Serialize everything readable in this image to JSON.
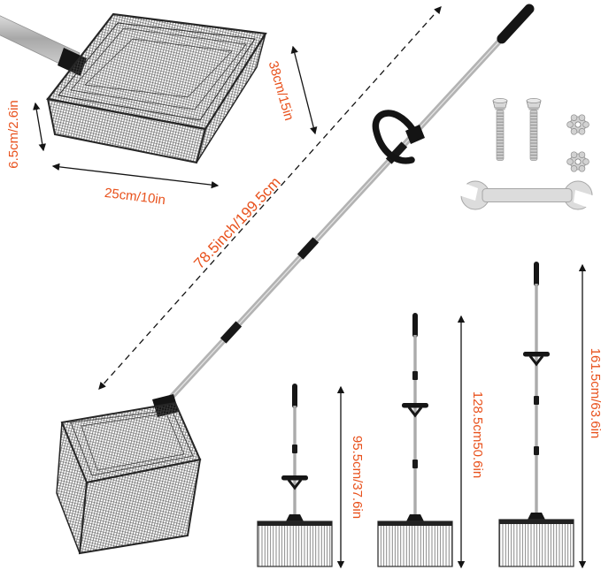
{
  "page": {
    "background": "#ffffff",
    "type": "product-dimension-diagram"
  },
  "colors": {
    "dimension_text": "#e8511c",
    "arrow": "#141414"
  },
  "annotations": {
    "basket_depth": "6.5cm/2.6in",
    "basket_width": "25cm/10in",
    "basket_side": "38cm/15in",
    "pole_length": "78.5inch/199.5cm",
    "height_small": "95.5cm/37.6in",
    "height_medium": "128.5cm50.6in",
    "height_large": "161.5cm/63.6in"
  },
  "figures": {
    "scoop_basket": "wire-scoop-basket",
    "main_tool": "telescopic-pole-with-basket",
    "hardware": [
      "bolt",
      "bolt",
      "flower-nut",
      "flower-nut",
      "wrench"
    ],
    "height_variants": [
      "small",
      "medium",
      "large"
    ]
  }
}
